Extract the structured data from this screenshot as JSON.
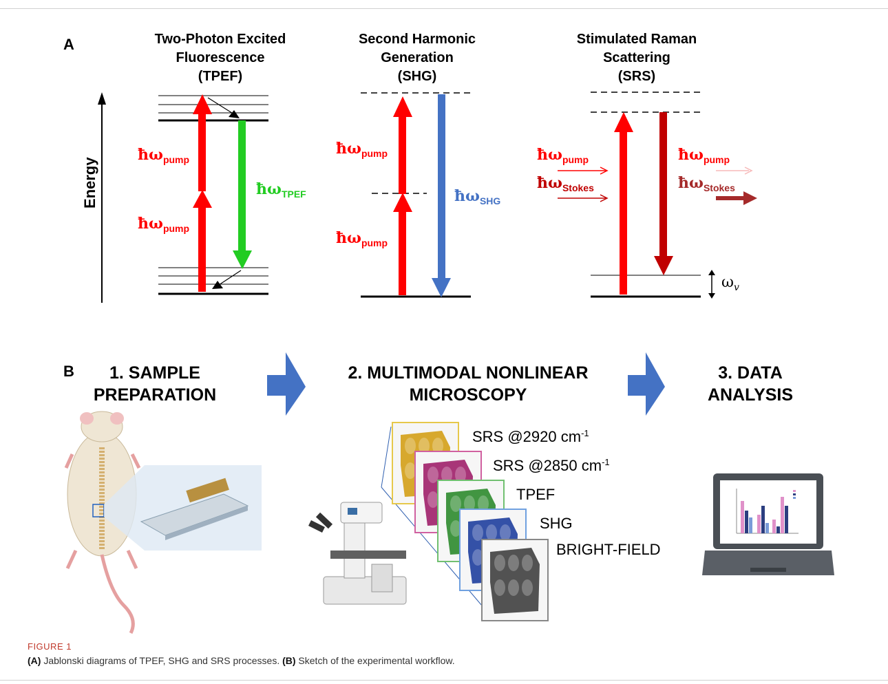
{
  "panelA": {
    "letter": "A",
    "energy_label": "Energy",
    "tpef": {
      "title": [
        "Two-Photon Excited",
        "Fluorescence",
        "(TPEF)"
      ],
      "pump_top": {
        "hw": "ħω",
        "sub": "pump"
      },
      "pump_bottom": {
        "hw": "ħω",
        "sub": "pump"
      },
      "emission": {
        "hw": "ħω",
        "sub": "TPEF"
      }
    },
    "shg": {
      "title": [
        "Second Harmonic",
        "Generation",
        "(SHG)"
      ],
      "pump_top": {
        "hw": "ħω",
        "sub": "pump"
      },
      "pump_bottom": {
        "hw": "ħω",
        "sub": "pump"
      },
      "emission": {
        "hw": "ħω",
        "sub": "SHG"
      }
    },
    "srs": {
      "title": [
        "Stimulated Raman",
        "Scattering",
        "(SRS)"
      ],
      "in_pump": {
        "hw": "ħω",
        "sub": "pump"
      },
      "in_stokes": {
        "hw": "ħω",
        "sub": "Stokes"
      },
      "out_pump": {
        "hw": "ħω",
        "sub": "pump"
      },
      "out_stokes": {
        "hw": "ħω",
        "sub": "Stokes"
      },
      "vib_label": "ω",
      "vib_sub": "v"
    },
    "colors": {
      "pump": "#ff0000",
      "tpef": "#22cc22",
      "shg": "#4472c4",
      "stokes": "#c00000",
      "stokes_out": "#a52a2a"
    }
  },
  "panelB": {
    "letter": "B",
    "steps": [
      {
        "lines": [
          "1. SAMPLE",
          "PREPARATION"
        ]
      },
      {
        "lines": [
          "2. MULTIMODAL NONLINEAR",
          "MICROSCOPY"
        ]
      },
      {
        "lines": [
          "3. DATA",
          "ANALYSIS"
        ]
      }
    ],
    "images": [
      {
        "label": "SRS @2920 cm",
        "sup": "-1",
        "color": "#d4a017",
        "frame": "#e6c84a"
      },
      {
        "label": "SRS @2850 cm",
        "sup": "-1",
        "color": "#a0206a",
        "frame": "#d060a0"
      },
      {
        "label": "TPEF",
        "sup": "",
        "color": "#2e8b2e",
        "frame": "#70c070"
      },
      {
        "label": "SHG",
        "sup": "",
        "color": "#1f3f9f",
        "frame": "#6fa0e0"
      },
      {
        "label": "BRIGHT-FIELD",
        "sup": "",
        "color": "#404040",
        "frame": "#888888"
      }
    ],
    "arrow_color": "#4472c4"
  },
  "caption": {
    "head": "FIGURE 1",
    "a_tag": "(A)",
    "a_text": " Jablonski diagrams of TPEF, SHG and SRS processes. ",
    "b_tag": "(B)",
    "b_text": " Sketch of the experimental workflow."
  }
}
